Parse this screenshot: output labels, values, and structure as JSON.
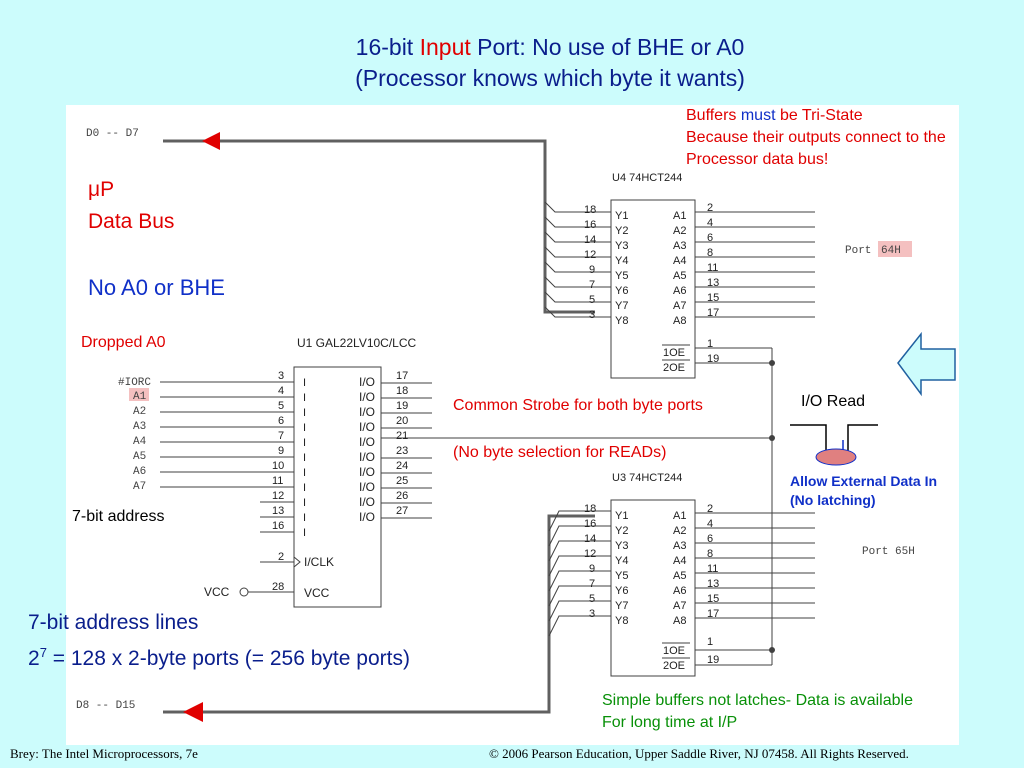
{
  "title": {
    "line1_pre": "16-bit ",
    "line1_highlight": "Input",
    "line1_post": " Port: No use of BHE or A0",
    "line2": "(Processor knows which byte it wants)"
  },
  "notes": {
    "buffers_pre": "Buffers ",
    "buffers_must": "must",
    "buffers_post": " be Tri-State",
    "because": "Because their outputs connect to the",
    "processor_bus": "Processor data bus!",
    "mu": "μ",
    "p": "P",
    "data_bus": "Data Bus",
    "no_a0_bhe": "No A0 or BHE",
    "dropped_a0": "Dropped A0",
    "common_strobe": "Common Strobe for both byte ports",
    "no_byte_sel": "(No byte selection for READs)",
    "io_read": "I/O Read",
    "allow_ext": "Allow External Data In",
    "no_latching": "(No latching)",
    "seven_bit": "7-bit address",
    "addr_lines": "7-bit address lines",
    "ports_base": "2",
    "ports_exp": "7",
    "ports_rest": " = 128 x 2-byte ports (= 256 byte ports)",
    "simple_buffers": "Simple buffers not latches- Data is available",
    "long_time": "For long time at I/P"
  },
  "schematic": {
    "bus_low": "D0 -- D7",
    "bus_high": "D8 -- D15",
    "port_high": "Port",
    "port_high_num": "64H",
    "port_low": "Port 65H",
    "u4_label": "U4   74HCT244",
    "u3_label": "U3   74HCT244",
    "u1_label": "U1    GAL22LV10C/LCC",
    "buf_left_pins": [
      "18",
      "16",
      "14",
      "12",
      "9",
      "7",
      "5",
      "3"
    ],
    "buf_y_labels": [
      "Y1",
      "Y2",
      "Y3",
      "Y4",
      "Y5",
      "Y6",
      "Y7",
      "Y8"
    ],
    "buf_a_labels": [
      "A1",
      "A2",
      "A3",
      "A4",
      "A5",
      "A6",
      "A7",
      "A8"
    ],
    "buf_right_pins": [
      "2",
      "4",
      "6",
      "8",
      "11",
      "13",
      "15",
      "17"
    ],
    "oe1": "1OE",
    "oe2": "2OE",
    "oe_pins": [
      "1",
      "19"
    ],
    "gal_inputs": [
      "#IORC",
      "A1",
      "A2",
      "A3",
      "A4",
      "A5",
      "A6",
      "A7"
    ],
    "gal_left_pins": [
      "3",
      "4",
      "5",
      "6",
      "7",
      "9",
      "10",
      "11",
      "12",
      "13",
      "16"
    ],
    "gal_in_label": "I",
    "gal_out_label": "I/O",
    "gal_right_pins": [
      "17",
      "18",
      "19",
      "20",
      "21",
      "23",
      "24",
      "25",
      "26",
      "27"
    ],
    "clk_pin": "2",
    "clk_label": "I/CLK",
    "vcc_pin": "28",
    "vcc_label": "VCC",
    "vcc_ext": "VCC"
  },
  "footer": {
    "left": "Brey: The Intel Microprocessors, 7e",
    "right": "© 2006 Pearson Education, Upper Saddle River, NJ 07458. All Rights Reserved."
  },
  "colors": {
    "title": "#0a1e8c",
    "highlight_red": "#e00000",
    "note_blue": "#1030c8",
    "note_green": "#089008",
    "background": "#ccfcfc",
    "wire": "#606060",
    "arrow_fill": "#ccfcfc"
  }
}
